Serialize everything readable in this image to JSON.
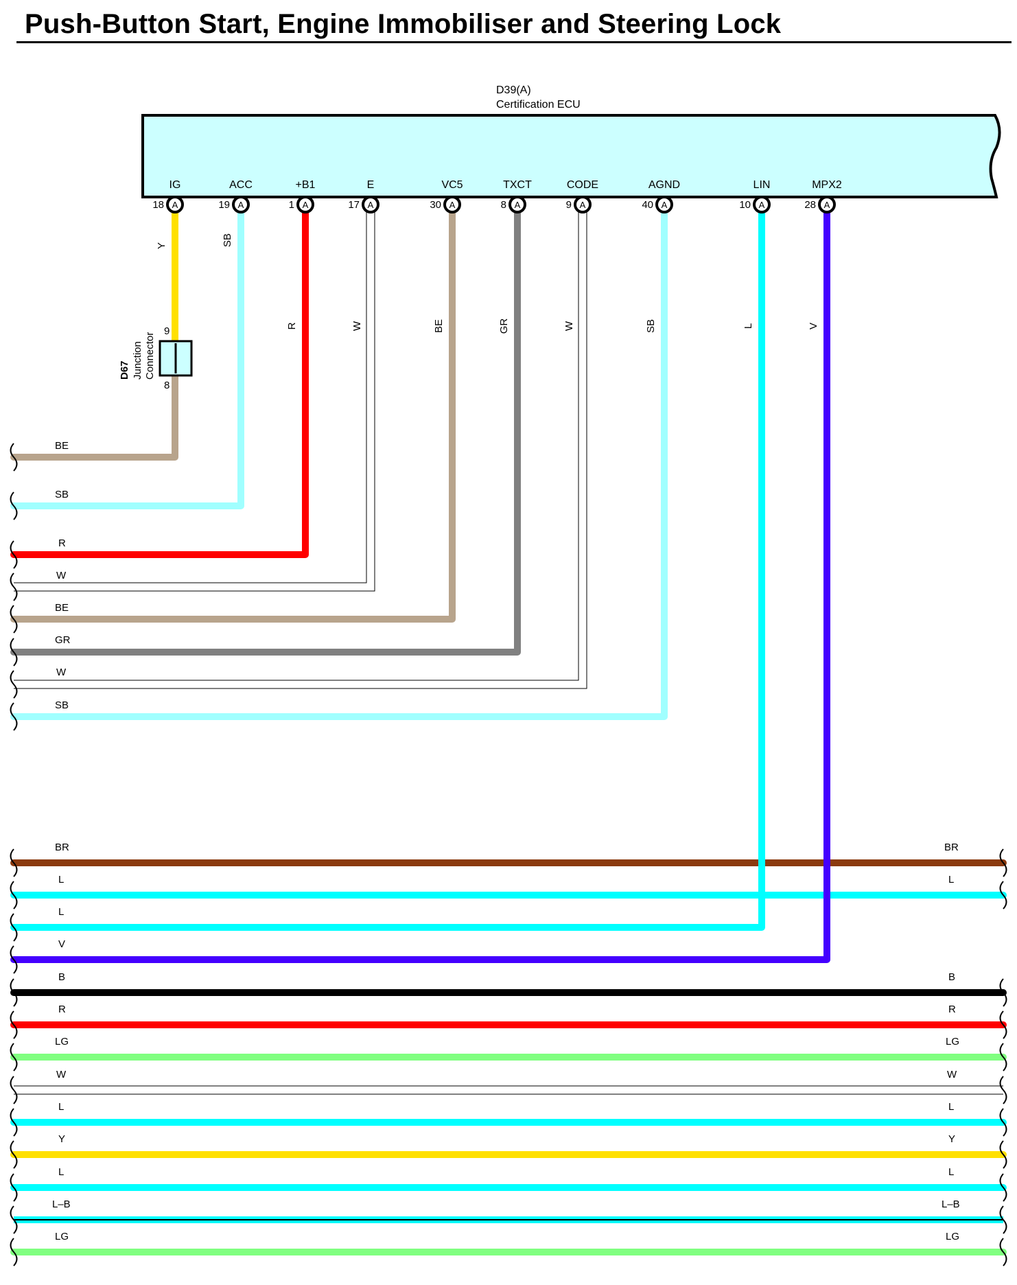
{
  "title": "Push-Button Start, Engine Immobiliser and Steering Lock",
  "ecu": {
    "id": "D39(A)",
    "name": "Certification ECU",
    "fill_color": "#ccffff"
  },
  "junction": {
    "id": "D67",
    "name_line1": "Junction",
    "name_line2": "Connector",
    "pin_top": "9",
    "pin_bottom": "8"
  },
  "terminals": [
    {
      "label": "IG",
      "pin": "18",
      "connector": "A",
      "wire": "Y"
    },
    {
      "label": "ACC",
      "pin": "19",
      "connector": "A",
      "wire": "SB"
    },
    {
      "label": "+B1",
      "pin": "1",
      "connector": "A",
      "wire": "R"
    },
    {
      "label": "E",
      "pin": "17",
      "connector": "A",
      "wire": "W"
    },
    {
      "label": "VC5",
      "pin": "30",
      "connector": "A",
      "wire": "BE"
    },
    {
      "label": "TXCT",
      "pin": "8",
      "connector": "A",
      "wire": "GR"
    },
    {
      "label": "CODE",
      "pin": "9",
      "connector": "A",
      "wire": "W"
    },
    {
      "label": "AGND",
      "pin": "40",
      "connector": "A",
      "wire": "SB"
    },
    {
      "label": "LIN",
      "pin": "10",
      "connector": "A",
      "wire": "L"
    },
    {
      "label": "MPX2",
      "pin": "28",
      "connector": "A",
      "wire": "V"
    }
  ],
  "left_wires": [
    "BE",
    "SB",
    "R",
    "W",
    "BE",
    "GR",
    "W",
    "SB"
  ],
  "bus_wires": [
    {
      "left": "BR",
      "right": "BR"
    },
    {
      "left": "L",
      "right": "L"
    },
    {
      "left": "L",
      "right": ""
    },
    {
      "left": "V",
      "right": ""
    },
    {
      "left": "B",
      "right": "B"
    },
    {
      "left": "R",
      "right": "R"
    },
    {
      "left": "LG",
      "right": "LG"
    },
    {
      "left": "W",
      "right": "W"
    },
    {
      "left": "L",
      "right": "L"
    },
    {
      "left": "Y",
      "right": "Y"
    },
    {
      "left": "L",
      "right": "L"
    },
    {
      "left": "L–B",
      "right": "L–B"
    },
    {
      "left": "LG",
      "right": "LG"
    }
  ],
  "wire_colors": {
    "Y": "#ffe000",
    "SB": "#a0ffff",
    "R": "#ff0000",
    "W": "#ffffff",
    "BE": "#b8a48c",
    "GR": "#808080",
    "L": "#00ffff",
    "V": "#4400ff",
    "BR": "#8b3a0e",
    "B": "#000000",
    "LG": "#80ff80",
    "L–B": "#00ffff"
  }
}
